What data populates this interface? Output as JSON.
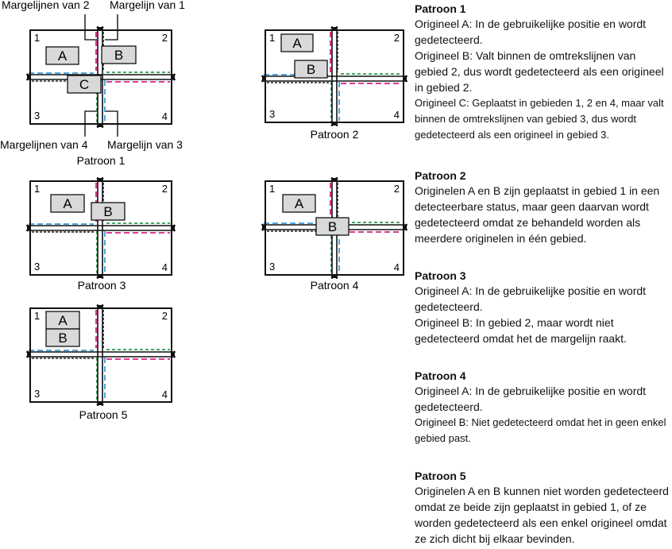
{
  "labels": {
    "margin_2": "Margelijnen van 2",
    "margin_1": "Margelijn van 1",
    "margin_4": "Margelijnen van 4",
    "margin_3": "Margelijn van 3"
  },
  "areas": [
    "1",
    "2",
    "3",
    "4"
  ],
  "colors": {
    "margin_1": "#d6207f",
    "margin_2": "#2a9a4a",
    "margin_3": "#3a9bd9",
    "margin_4": "#222222"
  },
  "patterns": [
    {
      "caption": "Patroon 1",
      "originals": [
        "A",
        "B",
        "C"
      ]
    },
    {
      "caption": "Patroon 2",
      "originals": [
        "A",
        "B"
      ]
    },
    {
      "caption": "Patroon 3",
      "originals": [
        "A",
        "B"
      ]
    },
    {
      "caption": "Patroon 4",
      "originals": [
        "A",
        "B"
      ]
    },
    {
      "caption": "Patroon 5",
      "originals": [
        "A",
        "B"
      ]
    }
  ],
  "explanations": [
    {
      "title": "Patroon 1",
      "lines": [
        "Origineel A: In de gebruikelijke positie en wordt gedetecteerd.",
        "Origineel B: Valt binnen de omtrekslijnen van gebied 2, dus wordt gedetecteerd als een origineel in gebied 2.",
        "Origineel C: Geplaatst in gebieden 1, 2 en 4, maar valt binnen de omtrekslijnen van gebied 3, dus wordt gedetecteerd als een origineel in gebied 3."
      ]
    },
    {
      "title": "Patroon 2",
      "lines": [
        "Originelen A en B zijn geplaatst in gebied 1 in een detecteerbare status, maar geen daarvan wordt gedetecteerd omdat ze behandeld worden als meerdere originelen in één gebied."
      ]
    },
    {
      "title": "Patroon 3",
      "lines": [
        "Origineel A: In de gebruikelijke positie en wordt gedetecteerd.",
        "Origineel B: In gebied 2, maar wordt niet gedetecteerd omdat het de margelijn raakt."
      ]
    },
    {
      "title": "Patroon 4",
      "lines": [
        "Origineel A: In de gebruikelijke positie en wordt gedetecteerd.",
        "Origineel B: Niet gedetecteerd omdat het in geen enkel gebied past."
      ]
    },
    {
      "title": "Patroon 5",
      "lines": [
        "Originelen A en B kunnen niet worden gedetecteerd omdat ze beide zijn geplaatst in gebied 1, of ze worden gedetecteerd als een enkel origineel omdat ze zich dicht bij elkaar bevinden."
      ]
    }
  ]
}
